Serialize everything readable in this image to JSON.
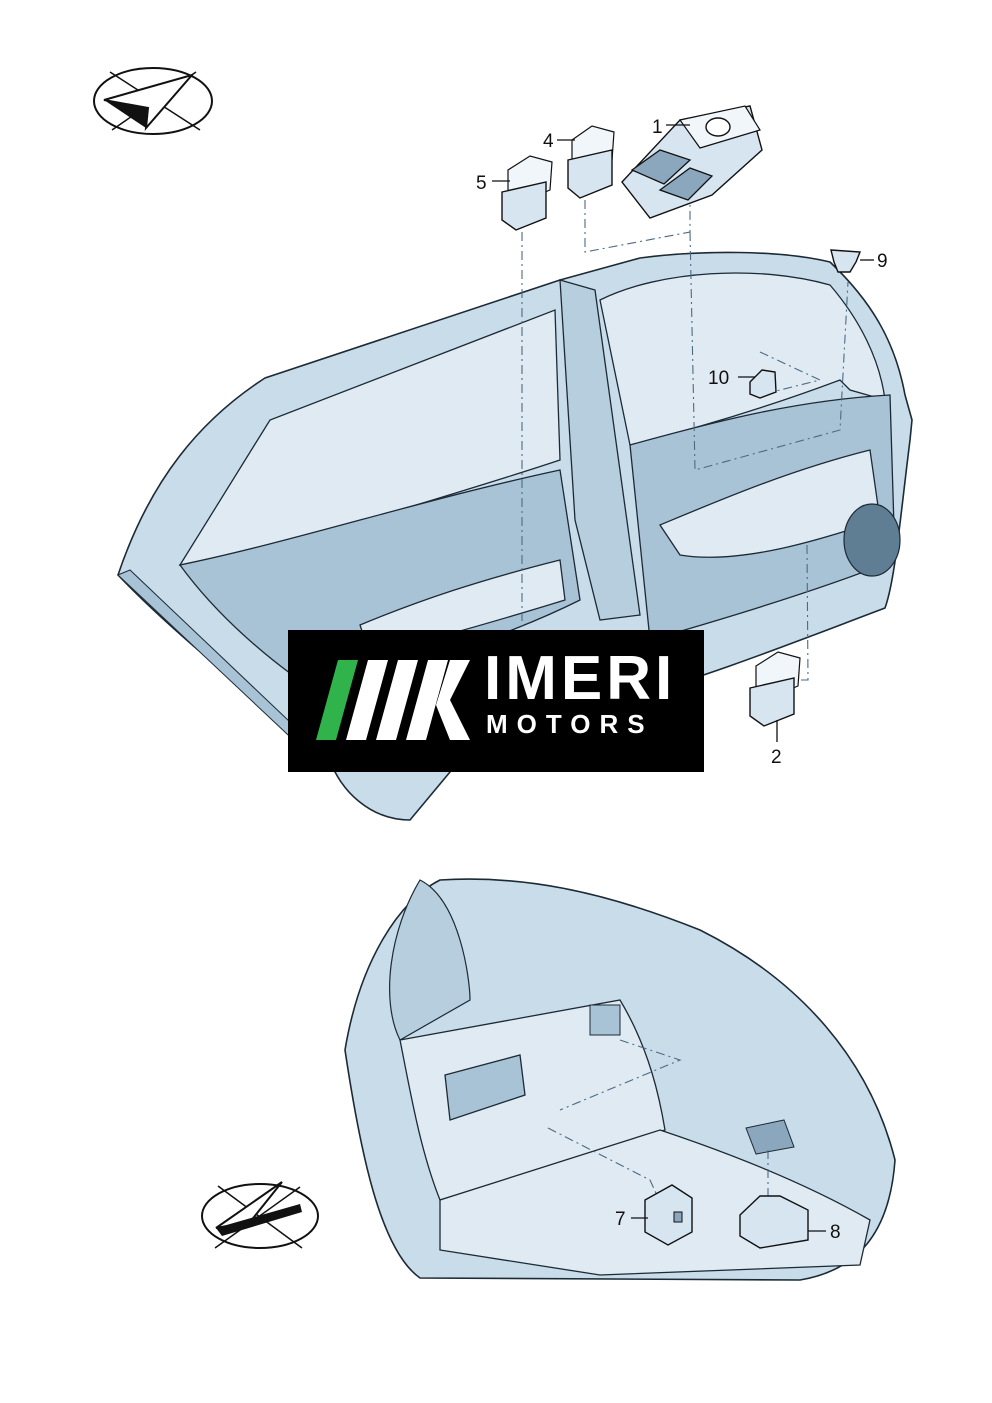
{
  "callouts": {
    "c1": "1",
    "c2": "2",
    "c4": "4",
    "c5": "5",
    "c7": "7",
    "c8": "8",
    "c9": "9",
    "c10": "10"
  },
  "logo": {
    "title": "IMERI",
    "subtitle": "MOTORS",
    "stripe_colors": [
      "#2fb34a",
      "#ffffff",
      "#ffffff",
      "#ffffff"
    ],
    "background": "#000000"
  },
  "icons": [
    "orientation-arrow-icon",
    "orientation-arrow-icon"
  ],
  "colors": {
    "body": "#c9dcea",
    "outline": "#1c2a35"
  }
}
